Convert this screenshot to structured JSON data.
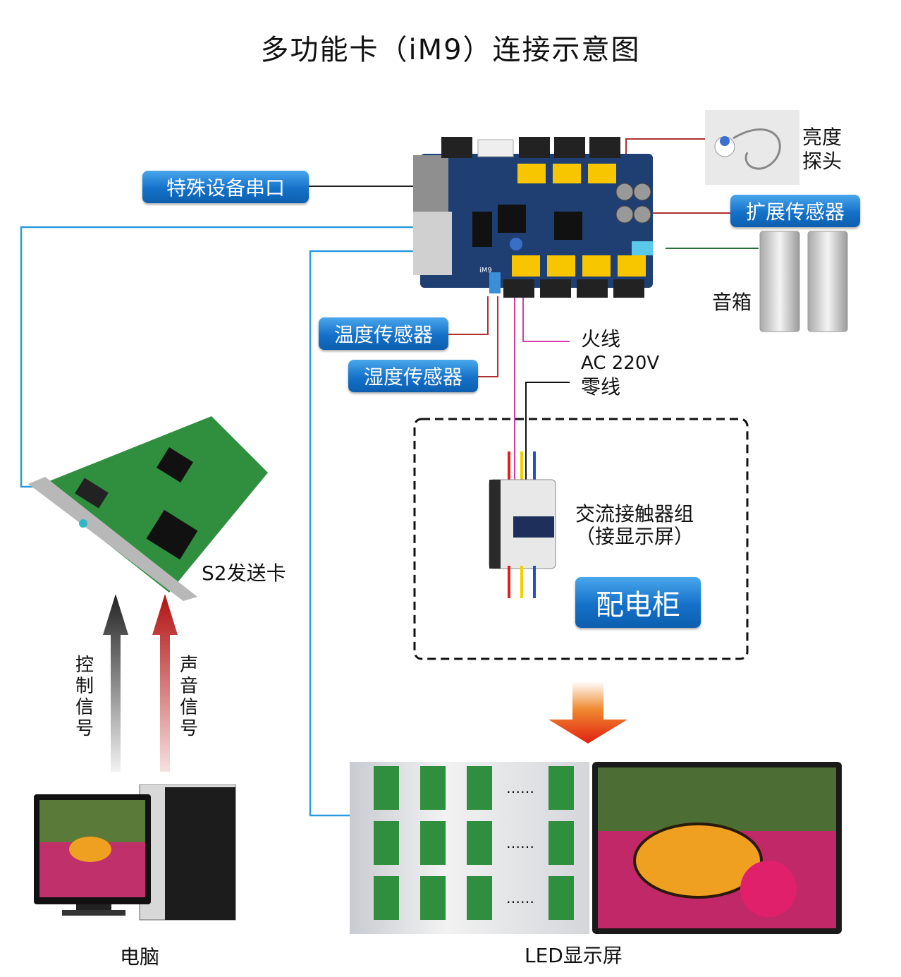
{
  "title": "多功能卡（iM9）连接示意图",
  "labels": {
    "special_serial": "特殊设备串口",
    "brightness_probe_1": "亮度",
    "brightness_probe_2": "探头",
    "ext_sensor": "扩展传感器",
    "speaker": "音箱",
    "temp_sensor": "温度传感器",
    "humidity_sensor": "湿度传感器",
    "live_wire": "火线",
    "ac_voltage": "AC 220V",
    "neutral_wire": "零线",
    "contactor_1": "交流接触器组",
    "contactor_2": "（接显示屏）",
    "cabinet": "配电柜",
    "sender_card": "S2发送卡",
    "control_signal": [
      "控",
      "制",
      "信",
      "号"
    ],
    "audio_signal": [
      "声",
      "音",
      "信",
      "号"
    ],
    "computer": "电脑",
    "led_screen": "LED显示屏",
    "board_mark": "iM9",
    "dots": "……"
  },
  "colors": {
    "pill_blue": "#1471c9",
    "wire_blue": "#2b9be0",
    "wire_red": "#c0392b",
    "wire_pink": "#d63ca8",
    "arrow_red": "#c0392b",
    "pcb_blue": "#1f3f73",
    "pcb_green": "#2e8b3e"
  },
  "icons": [
    "brightness-probe-icon",
    "speaker-icon",
    "contactor-icon",
    "pcie-card-icon",
    "computer-icon",
    "led-receiver-icon",
    "led-display-icon",
    "down-arrow-icon"
  ]
}
